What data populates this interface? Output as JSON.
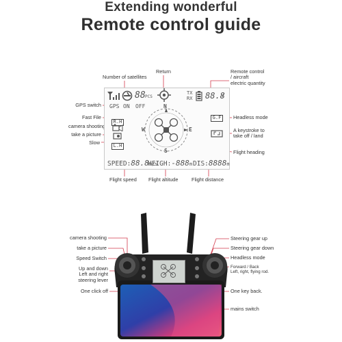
{
  "header": {
    "line1": "Extending wonderful",
    "line2": "Remote control guide"
  },
  "lcd_guide": {
    "labels": {
      "satellites": "Number of satellites",
      "return": "Return",
      "remote_quantity": "Remote control\n/ aircraft\nelectric quantity",
      "gps_switch": "GPS switch",
      "fast_file": "Fast File",
      "camera_shooting": "camera shooting",
      "take_picture": "take a picture",
      "slow": "Slow",
      "headless_mode": "Headless mode",
      "takeoff_land": "A keystroke to\ntake off / land",
      "flight_heading": "Flight heading",
      "flight_speed": "Flight speed",
      "flight_altitude": "Flight altitude",
      "flight_distance": "Flight distance"
    },
    "screen": {
      "gps": "GPS",
      "on": "ON",
      "off": "OFF",
      "pcs": "PCS",
      "tx": "TX",
      "rx": "RX",
      "volt_unit": "V",
      "north": "N",
      "south": "S",
      "west": "W",
      "east": "E",
      "rh": "R.H",
      "lh": "L.H",
      "gf": "G.F",
      "speed": "SPEED:",
      "speed_unit": "m/s",
      "height": "HEIGH:",
      "height_unit": "m",
      "dis": "DIS:",
      "dis_unit": "m"
    }
  },
  "controller_guide": {
    "labels": {
      "camera_shooting": "camera shooting",
      "take_picture": "take a picture",
      "speed_switch": "Speed Switch",
      "up_down": "Up and down\nLeft and right\nsteering lever",
      "one_click_off": "One click off",
      "steering_up": "Steering gear up",
      "steering_down": "Steering gear down",
      "headless_mode": "Headless mode",
      "forward_back": "Forward / Back\nLeft, right, flying rod.",
      "one_key_back": "One key back.",
      "mains_switch": "mains switch"
    }
  },
  "colors": {
    "line": "#d33a4b",
    "text": "#333333",
    "lcd": "#555555"
  }
}
